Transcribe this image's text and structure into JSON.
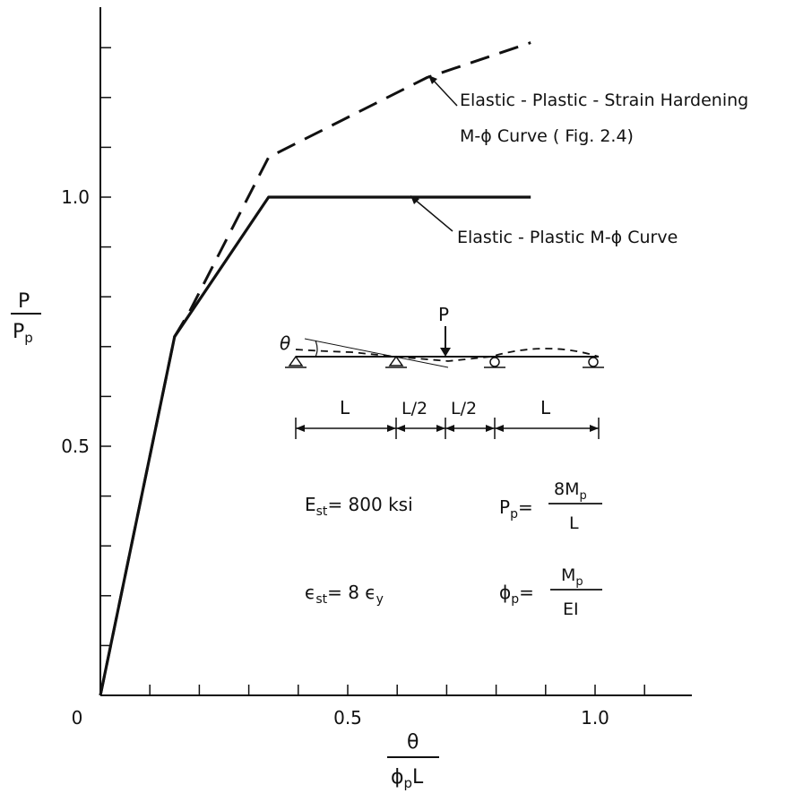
{
  "chart_data": {
    "type": "line",
    "x_ticks": [
      0,
      0.5,
      1.0
    ],
    "x_tick_labels": [
      "0",
      "0.5",
      "1.0"
    ],
    "y_ticks": [
      0.5,
      1.0
    ],
    "y_tick_labels": [
      "0.5",
      "1.0"
    ],
    "xlim": [
      0,
      1.2
    ],
    "ylim": [
      0,
      1.36
    ],
    "grid": false,
    "xlabel": {
      "numerator": "θ",
      "denominator_symbol": "ϕ",
      "denominator_sub": "p",
      "denominator_tail": "L"
    },
    "ylabel": {
      "numerator": "P",
      "denominator": "P",
      "denominator_sub": "p"
    },
    "series": [
      {
        "name": "Elastic-Plastic-Strain Hardening M-ϕ Curve (Fig. 2.4)",
        "style": "dashed",
        "x": [
          0,
          0.15,
          0.18,
          0.34,
          0.5,
          0.66,
          0.87
        ],
        "y": [
          0,
          0.72,
          0.77,
          1.08,
          1.16,
          1.24,
          1.31
        ]
      },
      {
        "name": "Elastic-Plastic M-ϕ Curve",
        "style": "solid",
        "x": [
          0,
          0.15,
          0.34,
          0.87
        ],
        "y": [
          0,
          0.72,
          1.0,
          1.0
        ]
      }
    ],
    "annotations": {
      "strain_hardening_line1": "Elastic - Plastic - Strain Hardening",
      "strain_hardening_line2": "M-ϕ Curve ( Fig. 2.4)",
      "elastic_plastic": "Elastic - Plastic M-ϕ Curve"
    },
    "inset": {
      "load_label": "P",
      "rotation_label": "θ",
      "dims": [
        "L",
        "L/2",
        "L/2",
        "L"
      ],
      "est_lhs": "E",
      "est_sub": "st",
      "est_rhs": "= 800 ksi",
      "eps_lhs": "ϵ",
      "eps_sub": "st",
      "eps_rhs_pre": "= 8 ϵ",
      "eps_rhs_sub": "y",
      "pp_lhs": "P",
      "pp_sub": "p",
      "pp_num": "8M",
      "pp_num_sub": "p",
      "pp_den": "L",
      "phip_lhs": "ϕ",
      "phip_sub": "p",
      "phip_num": "M",
      "phip_num_sub": "p",
      "phip_den": "EI"
    }
  }
}
